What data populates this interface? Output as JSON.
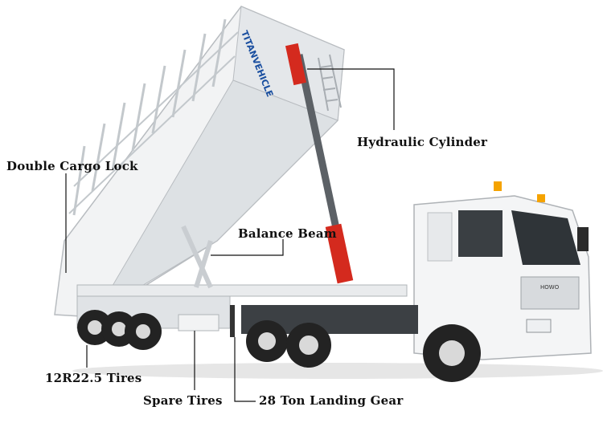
{
  "labels": {
    "hydraulic_cylinder": "Hydraulic Cylinder",
    "double_cargo_lock": "Double Cargo Lock",
    "balance_beam": "Balance Beam",
    "tires": "12R22.5 Tires",
    "spare_tires": "Spare Tires",
    "landing_gear": "28 Ton Landing Gear"
  },
  "body_branding": "TITANVEHICLE",
  "cab_badge": "HOWO",
  "colors": {
    "body": "#f2f3f4",
    "body_shadow": "#cfd3d6",
    "cylinder_red": "#d42a1e",
    "cylinder_rod": "#5c6166",
    "tire": "#232323",
    "rim": "#d9d9d9",
    "beacon": "#f5a300",
    "leader_line": "#111111"
  }
}
